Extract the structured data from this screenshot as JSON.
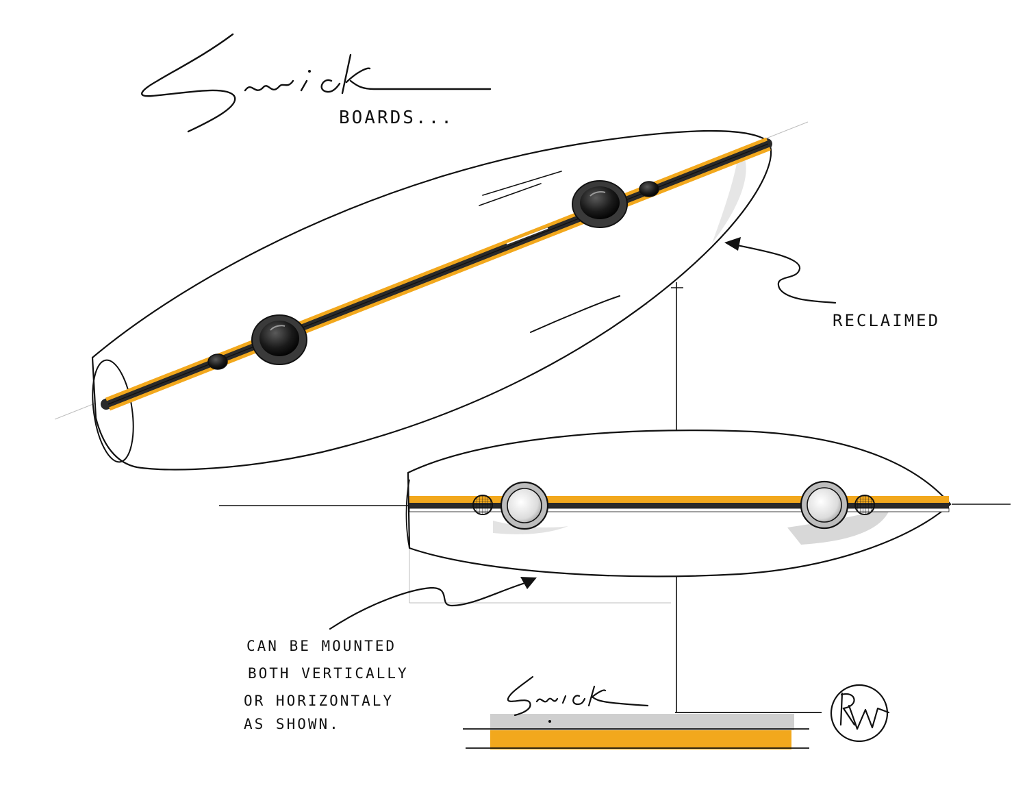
{
  "page": {
    "brand_script": "Swick",
    "subtitle": "BOARDS...",
    "footer_brand_script": "Swick",
    "monogram": "RW"
  },
  "annotations": {
    "reclaimed": "RECLAIMED",
    "mount_note": [
      "CAN BE MOUNTED",
      "BOTH VERTICALLY",
      "OR HORIZONTALY",
      "AS SHOWN."
    ]
  },
  "colors": {
    "ink": "#111111",
    "stripe_orange": "#f2a81d",
    "stripe_dark": "#2a2a2a",
    "marker_grey": "#c8c8c8",
    "construction_line": "#bdbdbd"
  },
  "icons": {
    "speaker": "round-speaker-icon",
    "grille": "mesh-grille-icon",
    "arrow": "pointer-arrow-icon"
  }
}
